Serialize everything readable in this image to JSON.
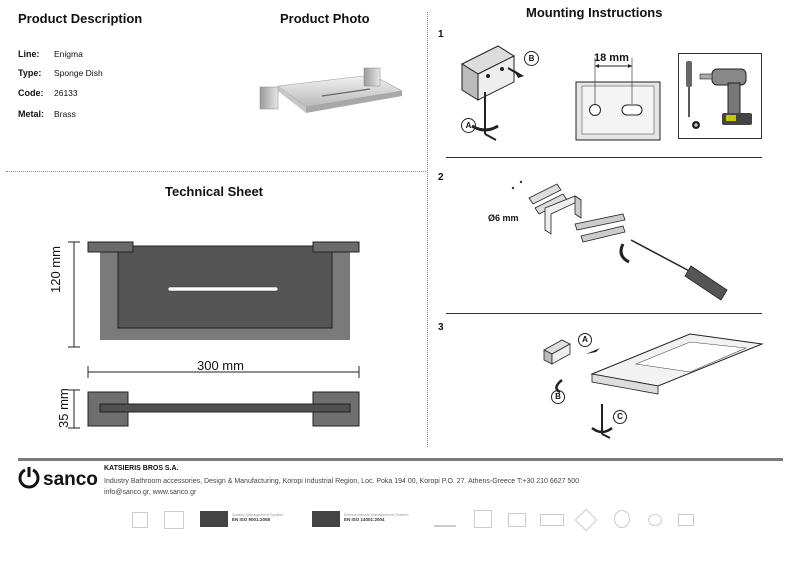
{
  "product": {
    "title": "Product Description",
    "specs": [
      {
        "label": "Line:",
        "value": "Enigma"
      },
      {
        "label": "Type:",
        "value": "Sponge Dish"
      },
      {
        "label": "Code:",
        "value": "26133"
      },
      {
        "label": "Metal:",
        "value": "Brass"
      }
    ]
  },
  "photo": {
    "title": "Product Photo"
  },
  "technical": {
    "title": "Technical Sheet",
    "height_label": "120 mm",
    "width_label": "300 mm",
    "depth_label": "35 mm"
  },
  "mounting": {
    "title": "Mounting Instructions",
    "steps": [
      "1",
      "2",
      "3"
    ],
    "spacing_label": "18 mm",
    "drill_label": "Ø6 mm",
    "callouts": {
      "a": "A",
      "b": "B",
      "c": "C"
    }
  },
  "footer": {
    "brand": "sanco",
    "company": "KATSIERIS BROS S.A.",
    "address": "Industry Bathroom accessories, Design & Manufacturing, Koropi Industrial Region, Loc. Poka 194 00, Koropi P.O. 27. Athens-Greece   T:+30 210 6627 500",
    "web": "info@sanco.gr, www.sanco.gr",
    "certs": [
      {
        "line1": "Quality Management System",
        "line2": "EN ISO 9001:2008"
      },
      {
        "line1": "Environmental Management System",
        "line2": "EN ISO 14001:2004"
      }
    ]
  },
  "colors": {
    "steel": "#8c8c8c",
    "dark": "#555555",
    "bar": "#7a7a7a"
  }
}
